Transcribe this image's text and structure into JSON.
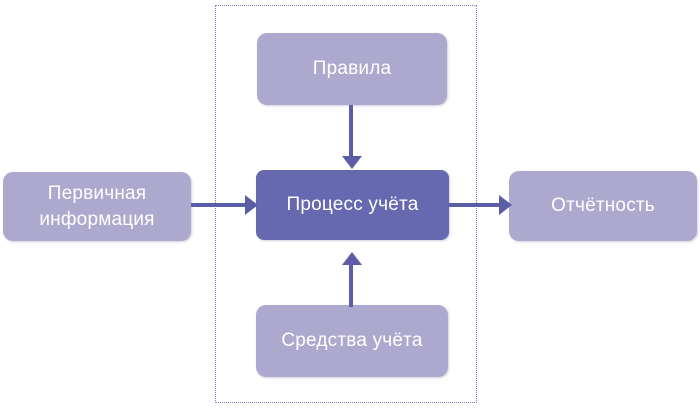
{
  "diagram": {
    "title": "Процесс учёта",
    "boundary": {
      "name": "system-boundary",
      "style": "dotted",
      "color": "#7A7BC0"
    },
    "colors": {
      "node_light": "#ADA9CE",
      "node_dark": "#6669B0",
      "connector": "#5B5EA6",
      "label_text": "#FFFFFF",
      "background": "#FFFFFF"
    },
    "nodes": {
      "rules": {
        "label": "Правила",
        "role": "control-input",
        "fill": "#ADA9CE"
      },
      "process": {
        "label": "Процесс учёта",
        "role": "activity",
        "fill": "#6669B0"
      },
      "means": {
        "label": "Средства учёта",
        "role": "mechanism-input",
        "fill": "#ADA9CE"
      },
      "input": {
        "label_line1": "Первичная",
        "label_line2": "информация",
        "role": "input",
        "fill": "#ADA9CE"
      },
      "output": {
        "label": "Отчётность",
        "role": "output",
        "fill": "#ADA9CE"
      }
    },
    "connectors": [
      {
        "name": "rules-to-process",
        "from": "rules",
        "to": "process",
        "direction": "down"
      },
      {
        "name": "means-to-process",
        "from": "means",
        "to": "process",
        "direction": "up"
      },
      {
        "name": "input-to-process",
        "from": "input",
        "to": "process",
        "direction": "right"
      },
      {
        "name": "process-to-output",
        "from": "process",
        "to": "output",
        "direction": "right"
      }
    ]
  }
}
